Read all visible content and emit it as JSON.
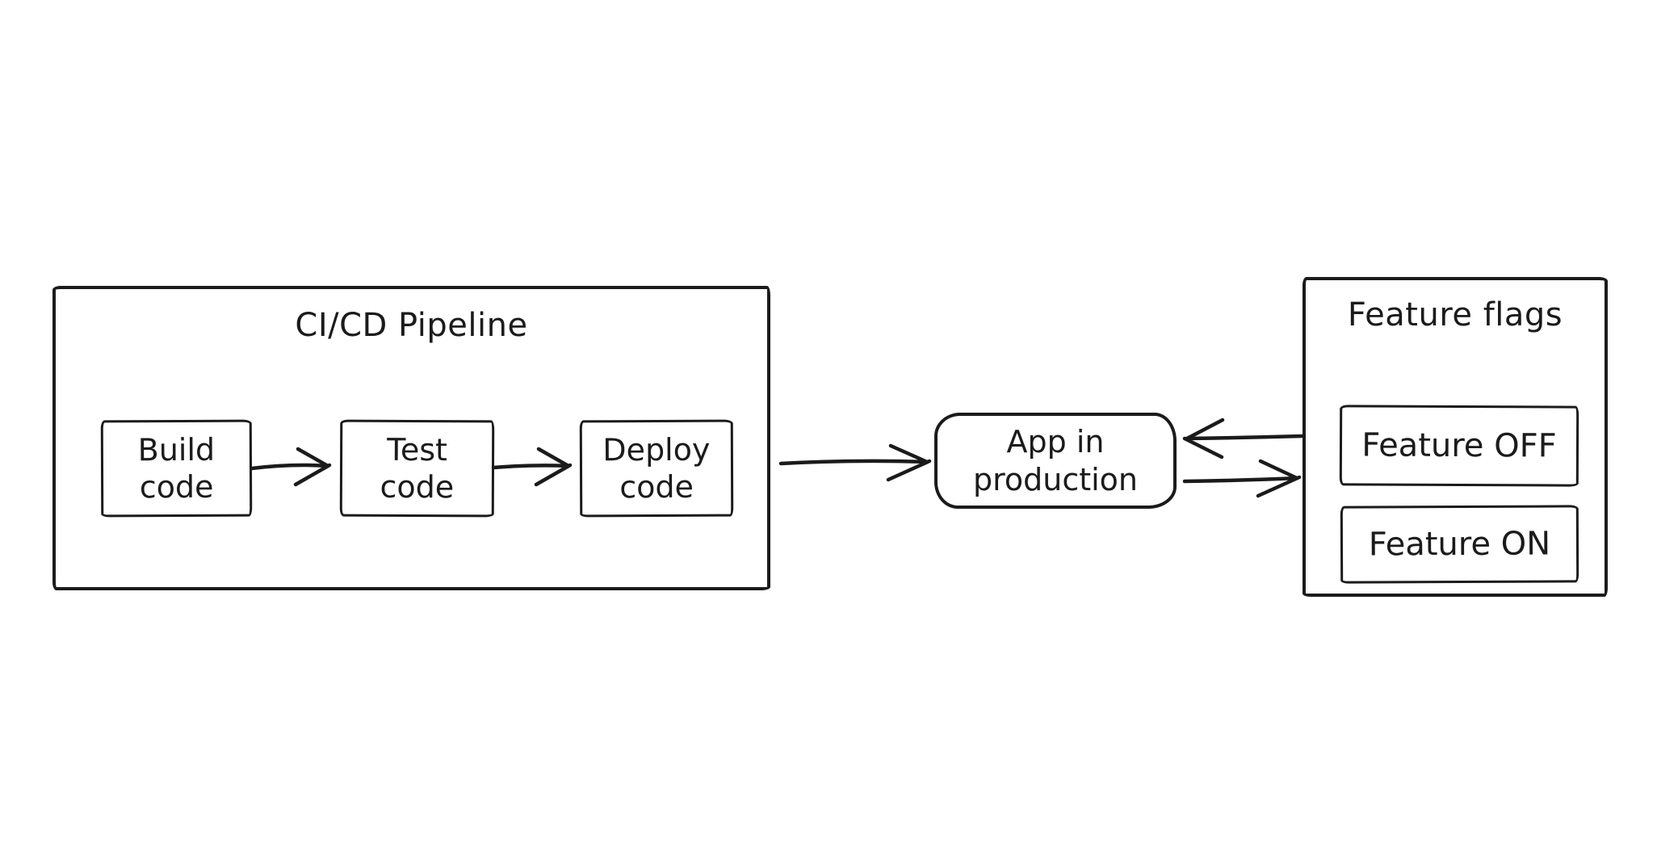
{
  "colors": {
    "stroke": "#1b1b1b",
    "background": "#ffffff"
  },
  "pipeline": {
    "title": "CI/CD Pipeline",
    "steps": [
      {
        "id": "build-code",
        "label": "Build\ncode"
      },
      {
        "id": "test-code",
        "label": "Test\ncode"
      },
      {
        "id": "deploy-code",
        "label": "Deploy\ncode"
      }
    ]
  },
  "app": {
    "label": "App in\nproduction"
  },
  "feature_flags": {
    "title": "Feature flags",
    "flags": [
      {
        "id": "feature-off",
        "label": "Feature OFF"
      },
      {
        "id": "feature-on",
        "label": "Feature ON"
      }
    ]
  },
  "arrows": [
    {
      "from": "build-code",
      "to": "test-code"
    },
    {
      "from": "test-code",
      "to": "deploy-code"
    },
    {
      "from": "ci-cd-pipeline",
      "to": "app-in-production"
    },
    {
      "from": "feature-flags",
      "to": "app-in-production"
    },
    {
      "from": "app-in-production",
      "to": "feature-flags"
    }
  ]
}
